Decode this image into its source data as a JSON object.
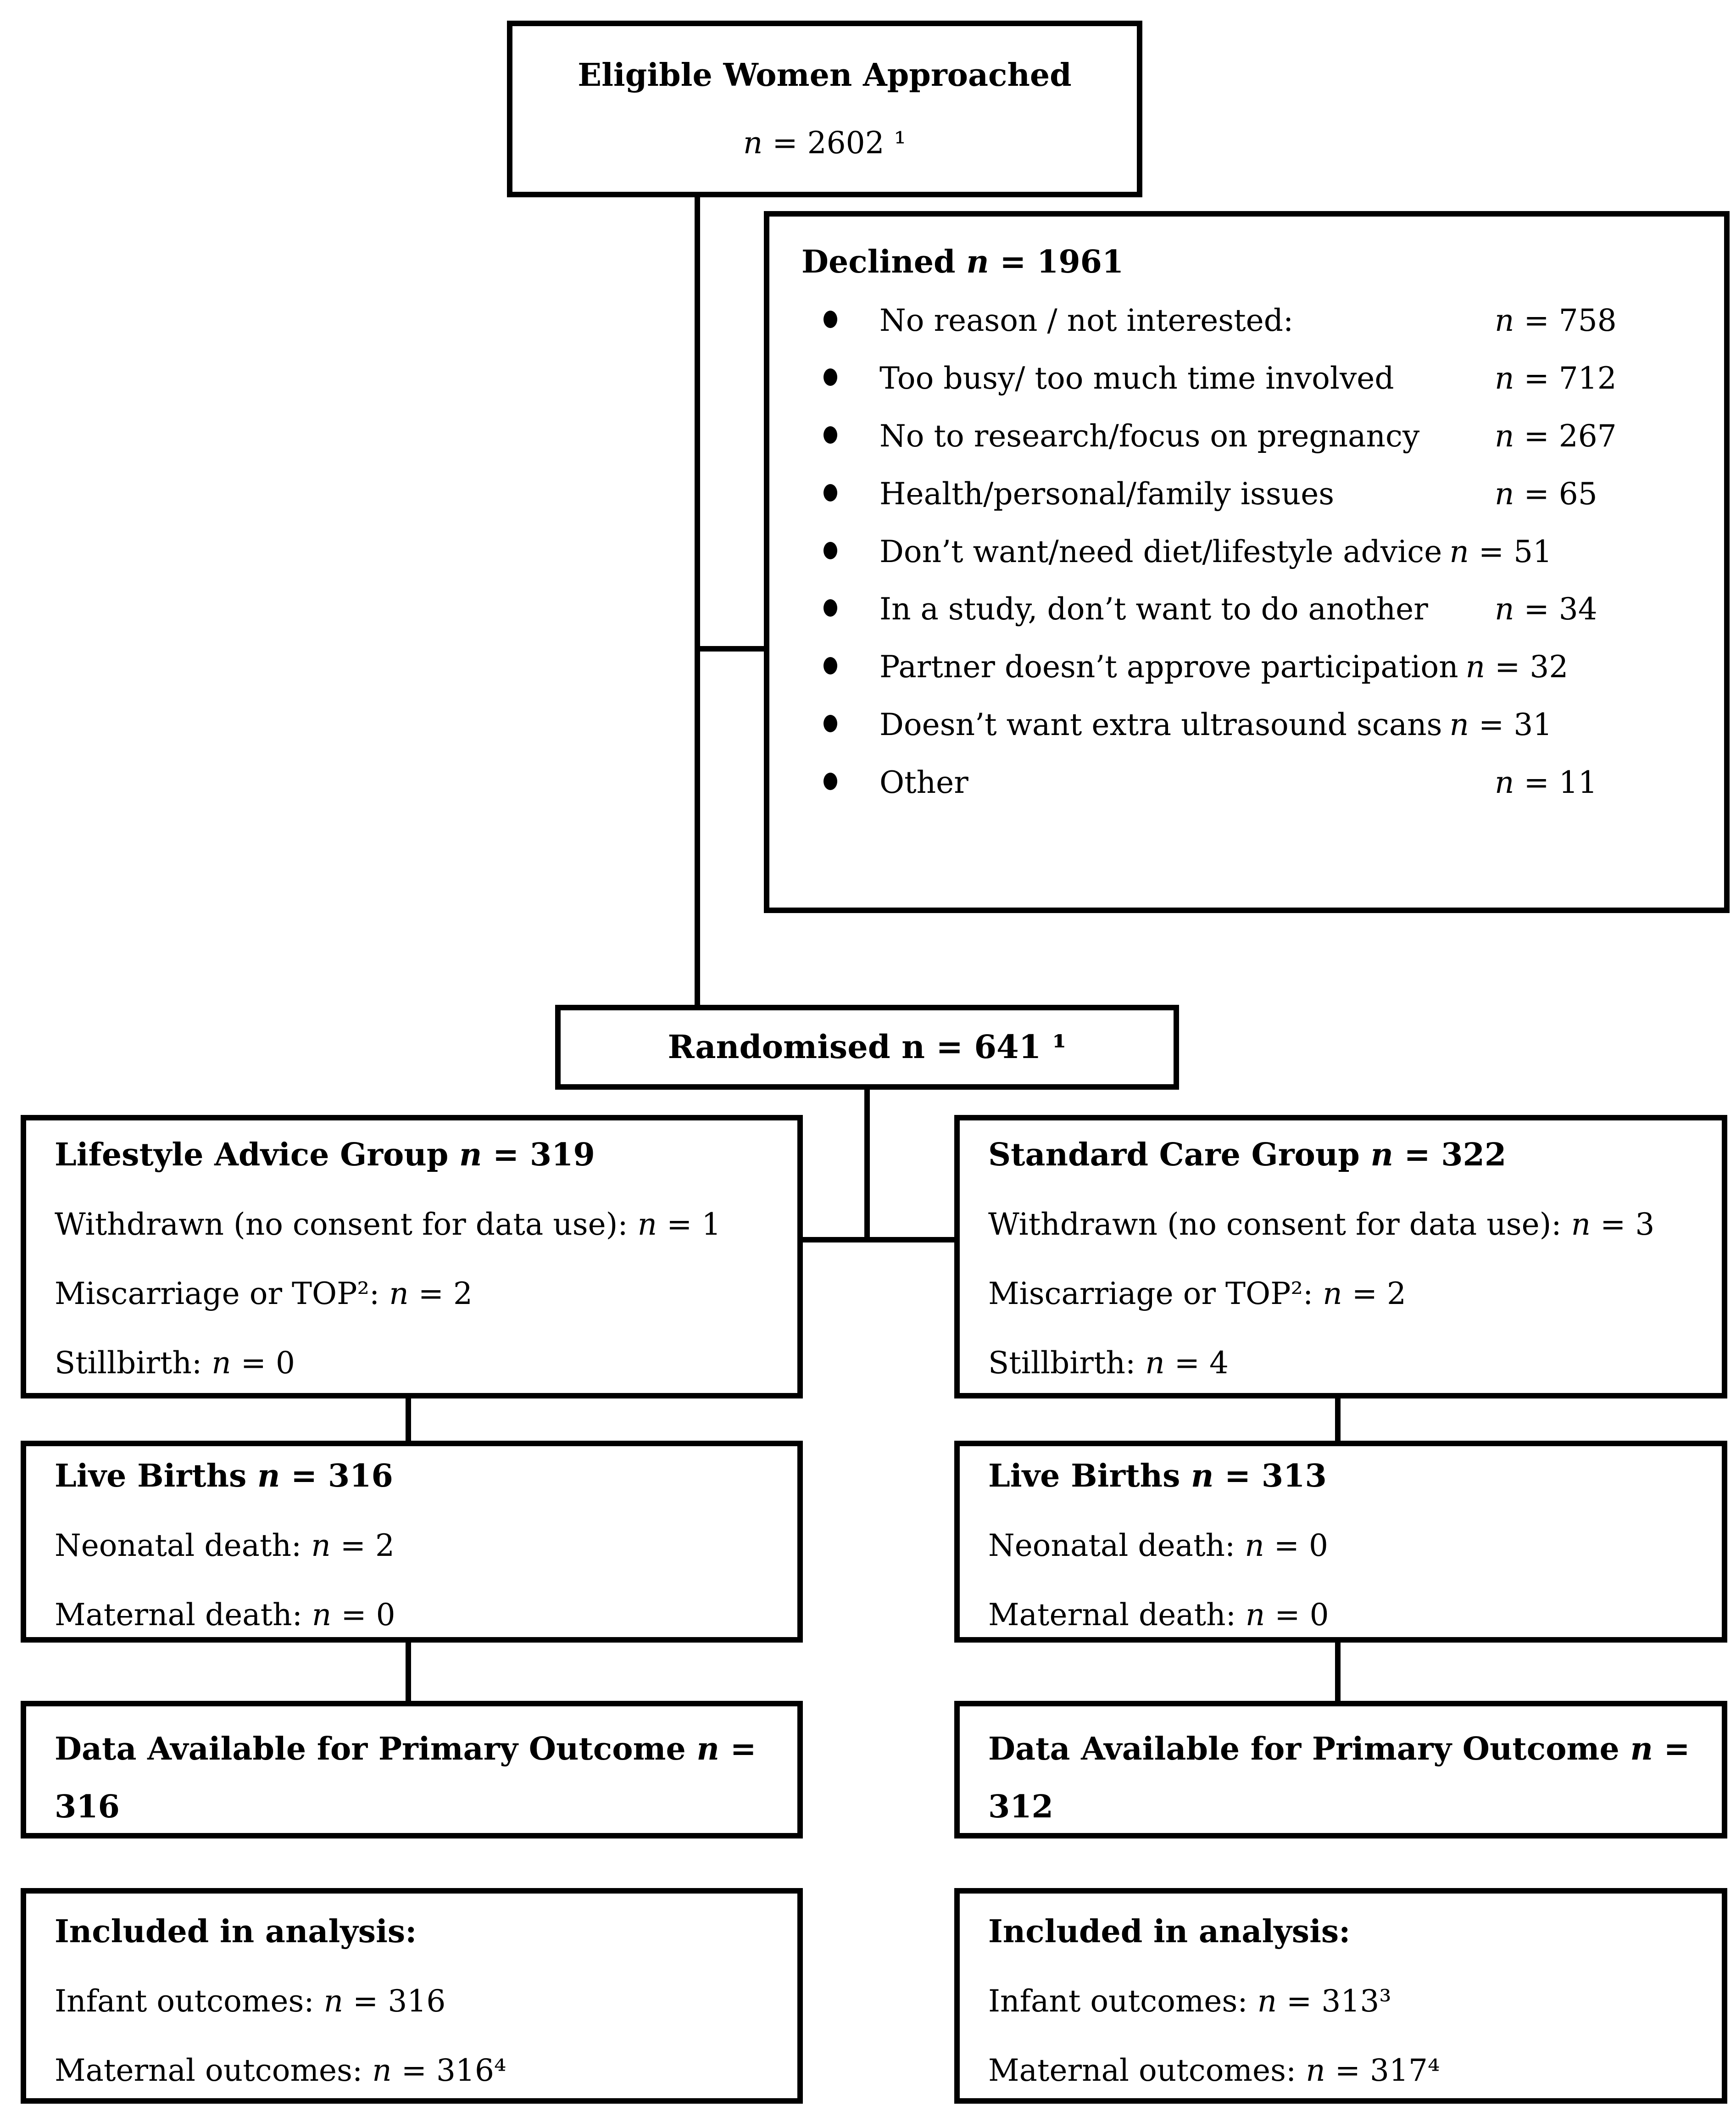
{
  "colors": {
    "ink": "#000000",
    "paper": "#ffffff"
  },
  "eligible_box": {
    "title": "Eligible Women Approached",
    "count": "2602 ¹"
  },
  "declined_box": {
    "title_text": "Declined",
    "title_count": "1961",
    "items": [
      {
        "label": "No reason / not interested:",
        "count": "758",
        "tab": true
      },
      {
        "label": "Too busy/ too much time involved",
        "count": "712",
        "tab": true
      },
      {
        "label": "No to research/focus on pregnancy",
        "count": "267",
        "tab": true
      },
      {
        "label": "Health/personal/family issues",
        "count": "65",
        "tab": true
      },
      {
        "label": "Don’t want/need diet/lifestyle advice",
        "count": "51",
        "tab": false
      },
      {
        "label": "In a study, don’t want to do another",
        "count": "34",
        "tab": true
      },
      {
        "label": "Partner doesn’t approve participation",
        "count": "32",
        "tab": false
      },
      {
        "label": "Doesn’t want extra ultrasound scans",
        "count": "31",
        "tab": false
      },
      {
        "label": "Other",
        "count": "11",
        "tab": true
      }
    ]
  },
  "randomised_box": {
    "title": "Randomised n = 641 ¹"
  },
  "arms": [
    {
      "side": "left",
      "group": {
        "title_text": "Lifestyle Advice Group",
        "title_count": "319",
        "lines": [
          {
            "text": "Withdrawn (no consent for data use):",
            "count": "1"
          },
          {
            "text": "Miscarriage or TOP²:",
            "count": "2"
          },
          {
            "text": "Stillbirth:",
            "count": "0"
          }
        ]
      },
      "live": {
        "title_text": "Live Births",
        "title_count": "316",
        "lines": [
          {
            "text": "Neonatal death:",
            "count": "2"
          },
          {
            "text": "Maternal death:",
            "count": "0"
          }
        ]
      },
      "data": {
        "title_text": "Data Available for Primary Outcome",
        "count": "316"
      },
      "analysis": {
        "title": "Included in analysis:",
        "lines": [
          {
            "text": "Infant outcomes:",
            "count": "316"
          },
          {
            "text": "Maternal outcomes:",
            "count": "316⁴"
          }
        ]
      }
    },
    {
      "side": "right",
      "group": {
        "title_text": "Standard Care Group",
        "title_count": "322",
        "lines": [
          {
            "text": "Withdrawn (no consent for data use):",
            "count": "3"
          },
          {
            "text": "Miscarriage or TOP²:",
            "count": "2"
          },
          {
            "text": "Stillbirth:",
            "count": "4"
          }
        ]
      },
      "live": {
        "title_text": "Live Births",
        "title_count": "313",
        "lines": [
          {
            "text": "Neonatal death:",
            "count": "0"
          },
          {
            "text": "Maternal death:",
            "count": "0"
          }
        ]
      },
      "data": {
        "title_text": "Data Available for Primary Outcome",
        "count": "312"
      },
      "analysis": {
        "title": "Included in analysis:",
        "lines": [
          {
            "text": "Infant outcomes:",
            "count": "313³"
          },
          {
            "text": "Maternal outcomes:",
            "count": "317⁴"
          }
        ]
      }
    }
  ]
}
